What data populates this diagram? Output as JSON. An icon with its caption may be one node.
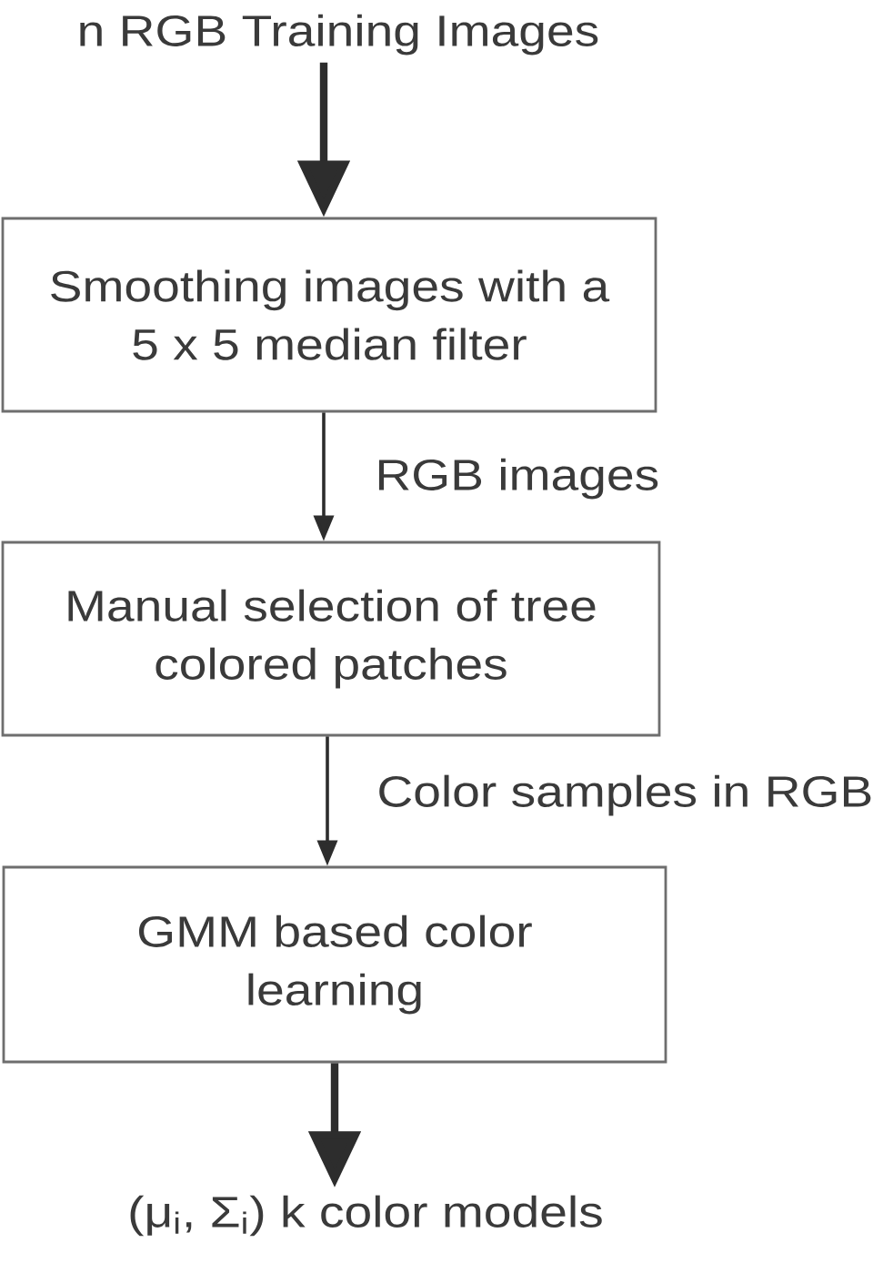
{
  "diagram": {
    "nodes": [
      {
        "text": [
          "n RGB Training Images"
        ]
      },
      {
        "text": [
          "Smoothing images with a 5 x 5 median filter"
        ]
      },
      {
        "text": [
          "Manual selection of tree colored patches"
        ]
      },
      {
        "text": [
          "GMM based color learning"
        ]
      },
      {
        "text": [
          "(μ$_{i}$, Σ$_{i}$) k color models"
        ]
      }
    ],
    "edges": [
      {
        "from": 0,
        "to": 1,
        "arrow": "to",
        "style": "thick"
      },
      {
        "from": 1,
        "to": 2,
        "arrow": "to",
        "label": "RGB images"
      },
      {
        "from": 2,
        "to": 3,
        "arrow": "to",
        "label": "Color samples in RGB"
      },
      {
        "from": 3,
        "to": 4,
        "arrow": "to",
        "style": "thick"
      }
    ]
  }
}
